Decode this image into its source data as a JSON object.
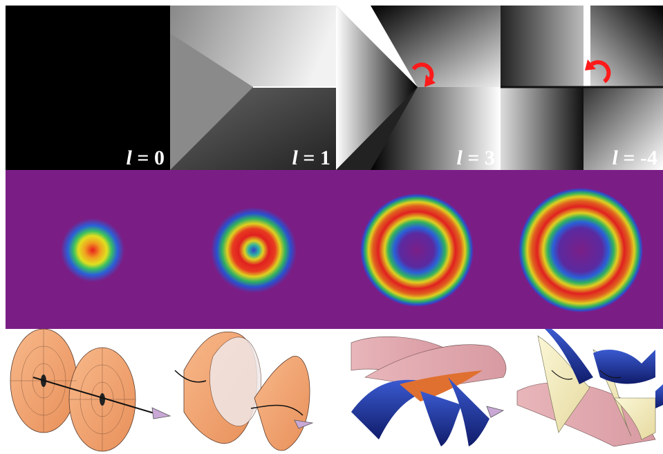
{
  "panels": [
    {
      "l": "0",
      "label_var": "l",
      "label_eq": " = ",
      "label_val": "0"
    },
    {
      "l": "1",
      "label_var": "l",
      "label_eq": " = ",
      "label_val": "1"
    },
    {
      "l": "3",
      "label_var": "l",
      "label_eq": " = ",
      "label_val": "3"
    },
    {
      "l": "-4",
      "label_var": "l",
      "label_eq": " = ",
      "label_val": "-4"
    }
  ],
  "colors": {
    "intensity_background": "#7a1e86",
    "rotation_arrow": "#ff1a1a",
    "wavefront_orange": "#f4a273",
    "wavefront_blue": "#1c2c8c",
    "wavefront_cream": "#f3efc4",
    "wavefront_pink": "#e3aeb3"
  },
  "icons": [
    "rotation-arrow-icon",
    "propagation-arrow-icon"
  ]
}
